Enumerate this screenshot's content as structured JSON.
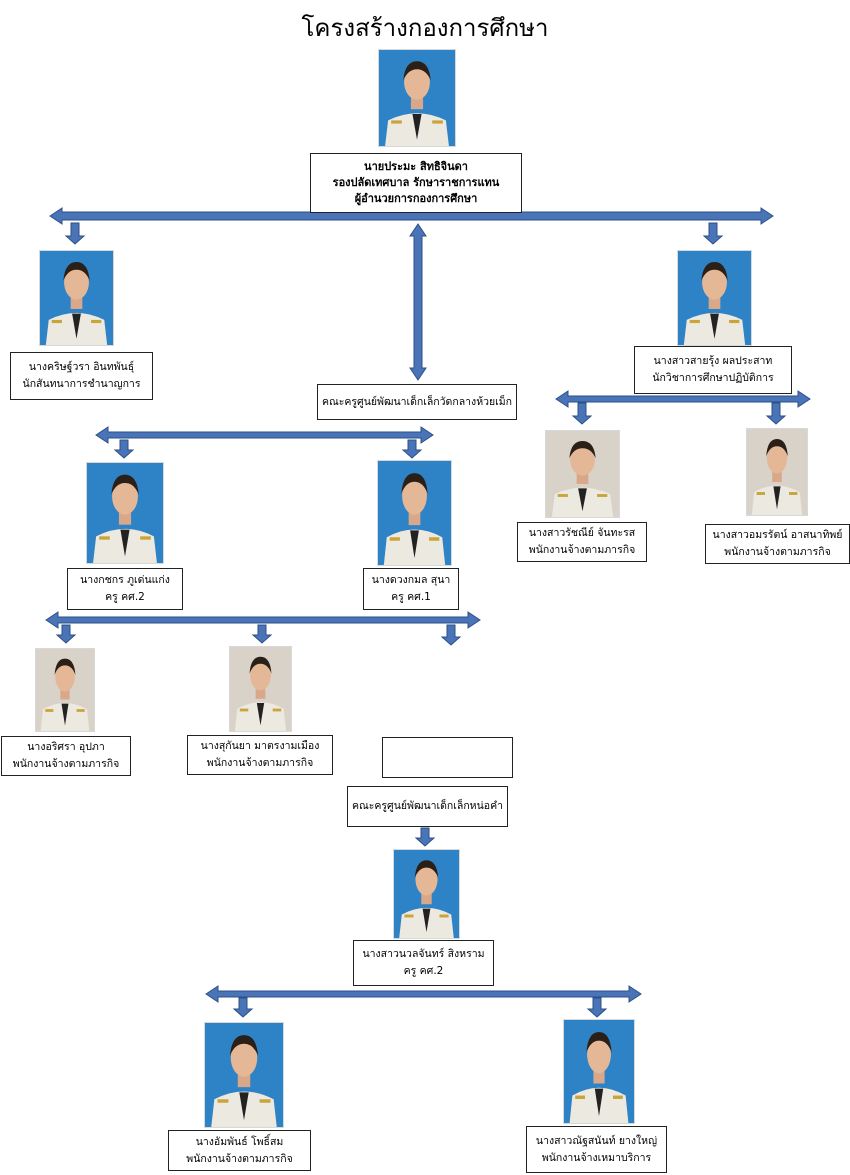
{
  "title": "โครงสร้างกองการศึกษา",
  "colors": {
    "arrow_fill": "#4a74b8",
    "arrow_stroke": "#2c4f86",
    "photo_bg_blue": "#2e83c6",
    "photo_bg_light": "#d9d2c8",
    "uniform": "#ece9e0"
  },
  "director": {
    "name": "นายประมะ สิทธิจินดา",
    "line2": "รองปลัดเทศบาล รักษาราชการแทน",
    "line3": "ผู้อำนวยการกองการศึกษา"
  },
  "left_officer": {
    "name": "นางคริษฐ์วรา  อินทพันธุ์",
    "position": "นักสันทนาการชำนาญการ"
  },
  "right_officer": {
    "name": "นางสาวสายรุ้ง ผลประสาท",
    "position": "นักวิชาการศึกษาปฏิบัติการ"
  },
  "center_a": {
    "label": "คณะครูศูนย์พัฒนาเด็กเล็กวัดกลางห้วยเม็ก"
  },
  "teacher_a1": {
    "name": "นางกชกร ภูเด่นแก่ง",
    "position": "ครู คศ.2"
  },
  "teacher_a2": {
    "name": "นางดวงกมล สุนา",
    "position": "ครู คศ.1"
  },
  "staff_a1": {
    "name": "นางอริศรา อุปภา",
    "position": "พนักงานจ้างตามภารกิจ"
  },
  "staff_a2": {
    "name": "นางสุกันยา มาตรงามเมือง",
    "position": "พนักงานจ้างตามภารกิจ"
  },
  "staff_r1": {
    "name": "นางสาวรัชณีย์ จันทะรส",
    "position": "พนักงานจ้างตามภารกิจ"
  },
  "staff_r2": {
    "name": "นางสาวอมรรัตน์ อาสนาทิพย์",
    "position": "พนักงานจ้างตามภารกิจ"
  },
  "center_b": {
    "label": "คณะครูศูนย์พัฒนาเด็กเล็กหน่อคำ"
  },
  "teacher_b1": {
    "name": "นางสาวนวลจันทร์ สิงหราม",
    "position": "ครู คศ.2"
  },
  "staff_b1": {
    "name": "นางอัมพันธ์ โพธิ์สม",
    "position": "พนักงานจ้างตามภารกิจ"
  },
  "staff_b2": {
    "name": "นางสาวณัฐสนันท์ ยางใหญ่",
    "position": "พนักงานจ้างเหมาบริการ"
  }
}
